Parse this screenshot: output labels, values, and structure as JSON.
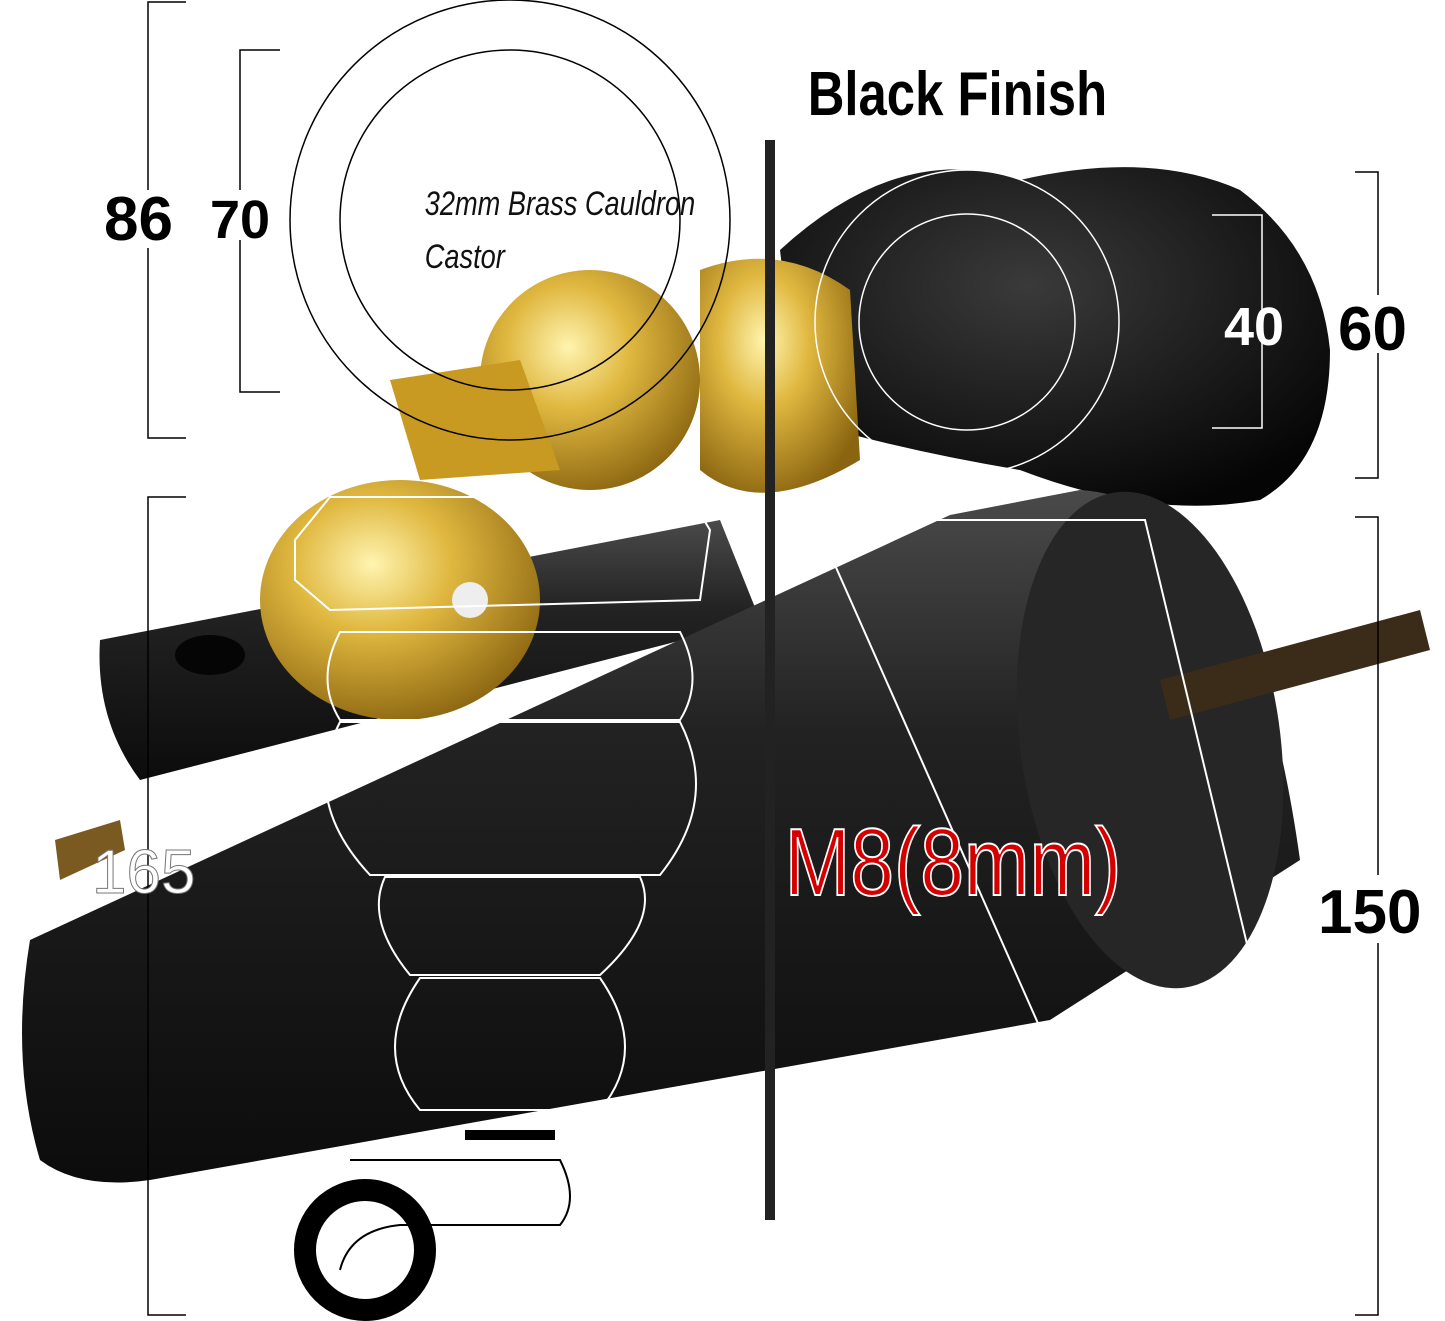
{
  "title": "Black Finish",
  "castor_label": {
    "line1": "32mm Brass Cauldron",
    "line2": "Castor"
  },
  "dimensions": {
    "castor_total_height": "86",
    "castor_leg_height": "70",
    "bun_inner": "40",
    "bun_height": "60",
    "tapered_total": "165",
    "tapered_height": "150"
  },
  "thread": "M8(8mm)",
  "colors": {
    "finish": "#141414",
    "brass": "#d4a82a",
    "thread_text": "#cc0000"
  }
}
